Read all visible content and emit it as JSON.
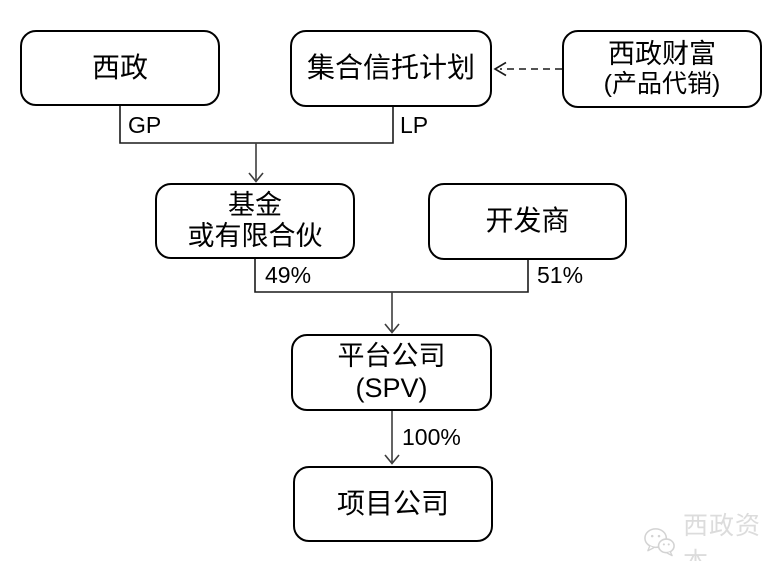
{
  "diagram": {
    "nodes": {
      "xizheng": {
        "label": "西政"
      },
      "trust": {
        "label": "集合信托计划"
      },
      "wealth": {
        "line1": "西政财富",
        "line2": "(产品代销)"
      },
      "fund": {
        "line1": "基金",
        "line2": "或有限合伙"
      },
      "developer": {
        "label": "开发商"
      },
      "spv": {
        "line1": "平台公司",
        "line2": "(SPV)"
      },
      "project": {
        "label": "项目公司"
      }
    },
    "edge_labels": {
      "gp": "GP",
      "lp": "LP",
      "fund_share": "49%",
      "developer_share": "51%",
      "spv_share": "100%"
    },
    "colors": {
      "box_border": "#000000",
      "connector": "#3d3d3d",
      "watermark": "#dcdcdc"
    }
  },
  "watermark": {
    "brand": "西政资本"
  }
}
